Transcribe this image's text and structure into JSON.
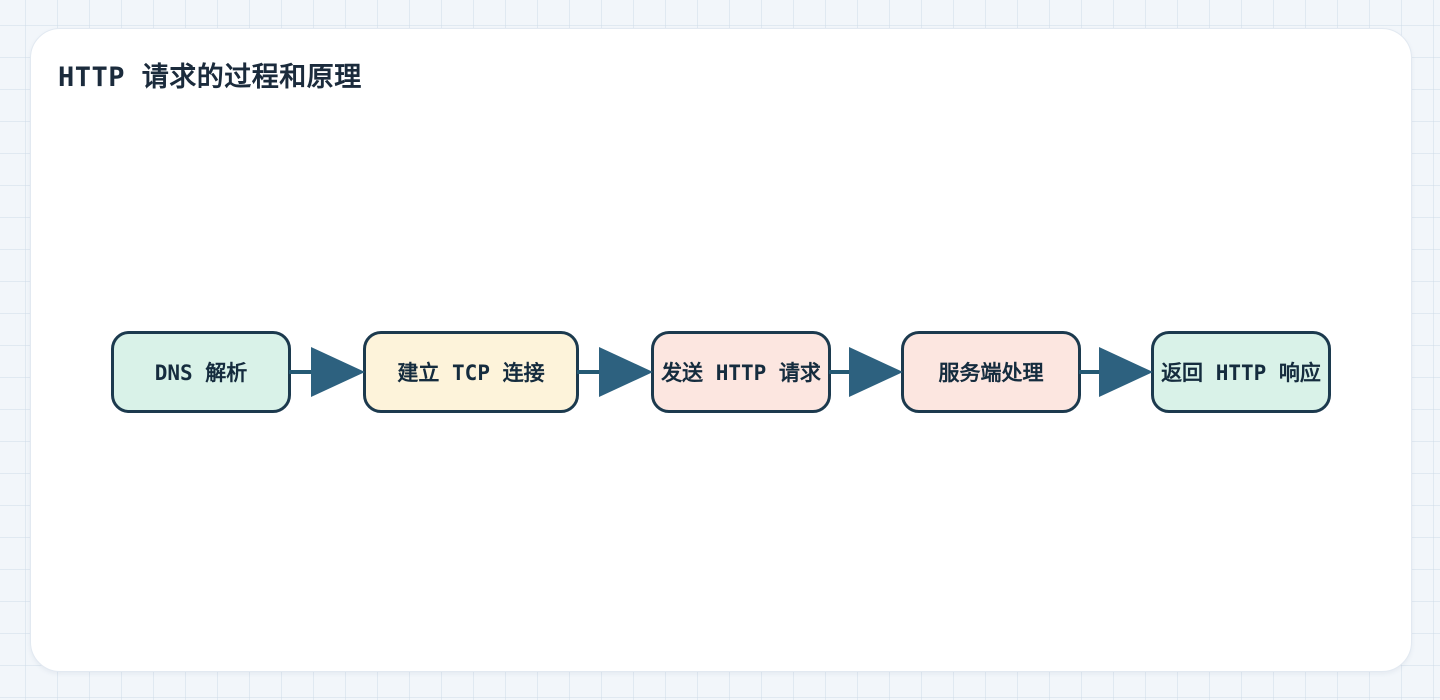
{
  "page": {
    "title": "HTTP 请求的过程和原理"
  },
  "flow": {
    "steps": [
      {
        "id": "dns-resolution",
        "label": "DNS 解析",
        "fill": "#d9f2e8"
      },
      {
        "id": "tcp-connection",
        "label": "建立 TCP 连接",
        "fill": "#fdf3da"
      },
      {
        "id": "send-http-request",
        "label": "发送 HTTP 请求",
        "fill": "#fce6e0"
      },
      {
        "id": "server-processing",
        "label": "服务端处理",
        "fill": "#fce6e0"
      },
      {
        "id": "http-response",
        "label": "返回 HTTP 响应",
        "fill": "#d9f2e8"
      }
    ],
    "arrow_color": "#2d617f",
    "connector_line_color": "#255a74",
    "node_border_color": "#1c3a4e",
    "node_text_color": "#152c3e"
  },
  "colors": {
    "page_background": "#f2f6fa",
    "grid_line": "#cbd9e7",
    "card_background": "#ffffff",
    "card_border": "#e2e9f1",
    "title_color": "#1b2b3c"
  }
}
